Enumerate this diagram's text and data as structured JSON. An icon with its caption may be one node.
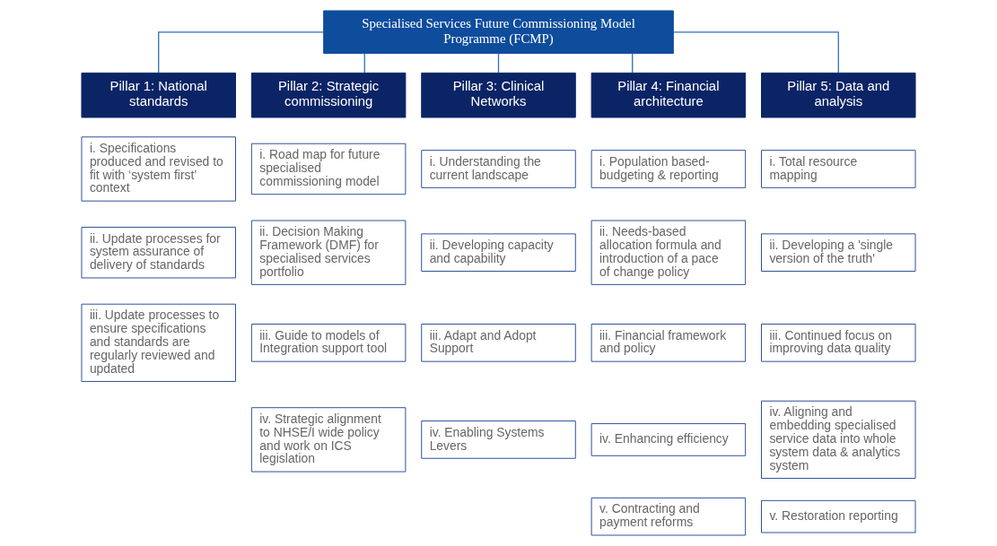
{
  "diagram": {
    "nodes": [
      {
        "text": [
          "Specialised Services Future Commissioning Model Programme (FCMP)"
        ]
      },
      {
        "text": [
          "Pillar 1: National standards"
        ]
      },
      {
        "text": [
          "Pillar 2: Strategic commissioning"
        ]
      },
      {
        "text": [
          "Pillar 3: Clinical Networks"
        ]
      },
      {
        "text": [
          "Pillar 4: Financial architecture"
        ]
      },
      {
        "text": [
          "Pillar 5: Data and analysis"
        ]
      },
      {
        "text": [
          "i. Specifications produced and revised to fit with ‘system first’ context"
        ]
      },
      {
        "text": [
          "ii. Update processes for system assurance of delivery of standards"
        ]
      },
      {
        "text": [
          "iii. Update processes to ensure specifications and standards are regularly reviewed and updated"
        ]
      },
      {
        "text": [
          "i. Road map for future specialised commissioning model"
        ]
      },
      {
        "text": [
          "ii. Decision Making Framework (DMF) for specialised services portfolio"
        ]
      },
      {
        "text": [
          "iii. Guide to models of Integration support tool"
        ]
      },
      {
        "text": [
          "iv. Strategic alignment to NHSE/I wide policy and work on ICS legislation"
        ]
      },
      {
        "text": [
          "i. Understanding the current landscape"
        ]
      },
      {
        "text": [
          "ii. Developing capacity and capability"
        ]
      },
      {
        "text": [
          "iii. Adapt and Adopt Support"
        ]
      },
      {
        "text": [
          "iv. Enabling Systems Levers"
        ]
      },
      {
        "text": [
          "i. Population based-budgeting & reporting"
        ]
      },
      {
        "text": [
          "ii. Needs-based allocation formula and introduction of a pace of change policy"
        ]
      },
      {
        "text": [
          "iii. Financial framework and policy"
        ]
      },
      {
        "text": [
          "iv. Enhancing efficiency"
        ]
      },
      {
        "text": [
          "v. Contracting and payment reforms"
        ]
      },
      {
        "text": [
          "i. Total resource mapping"
        ]
      },
      {
        "text": [
          "ii. Developing a 'single version of the truth'"
        ]
      },
      {
        "text": [
          "iii. Continued focus on improving data quality"
        ]
      },
      {
        "text": [
          "iv. Aligning and embedding specialised service data into whole system data & analytics system"
        ]
      },
      {
        "text": [
          "v. Restoration reporting"
        ]
      }
    ],
    "edges": [
      {
        "from": 0,
        "to": 1,
        "arrow": "none"
      },
      {
        "from": 0,
        "to": 2,
        "arrow": "none"
      },
      {
        "from": 0,
        "to": 3,
        "arrow": "none"
      },
      {
        "from": 0,
        "to": 4,
        "arrow": "none"
      },
      {
        "from": 0,
        "to": 5,
        "arrow": "none"
      }
    ]
  }
}
